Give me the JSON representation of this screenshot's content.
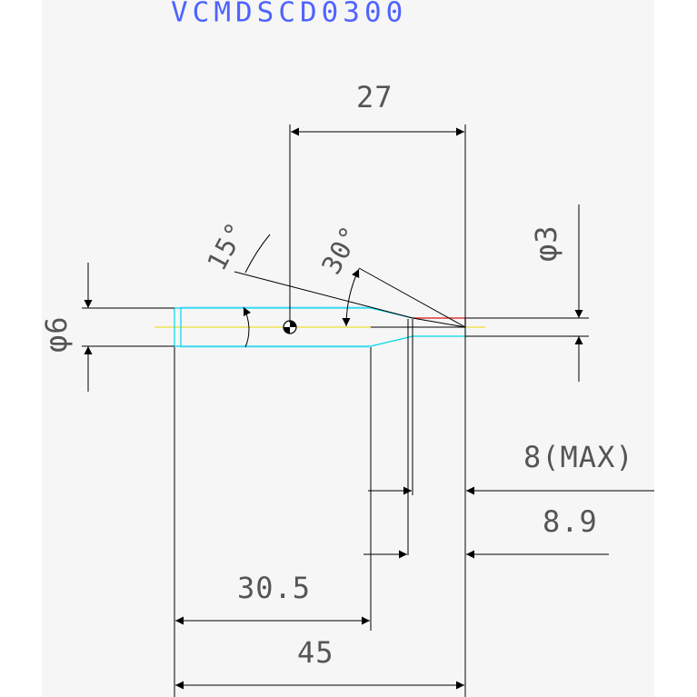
{
  "title": "VCMDSCD0300",
  "dimensions": {
    "top_length": "27",
    "angle_15": "15°",
    "angle_30": "30°",
    "diameter_6": "φ6",
    "diameter_3": "φ3",
    "max_8": "8(MAX)",
    "length_89": "8.9",
    "length_305": "30.5",
    "length_45": "45"
  },
  "colors": {
    "title": "#4f63ff",
    "outline": "#00d7e8",
    "centerline": "#e8d800",
    "tip": "#ff1a1a",
    "dimension": "#000000",
    "text": "#555555"
  }
}
